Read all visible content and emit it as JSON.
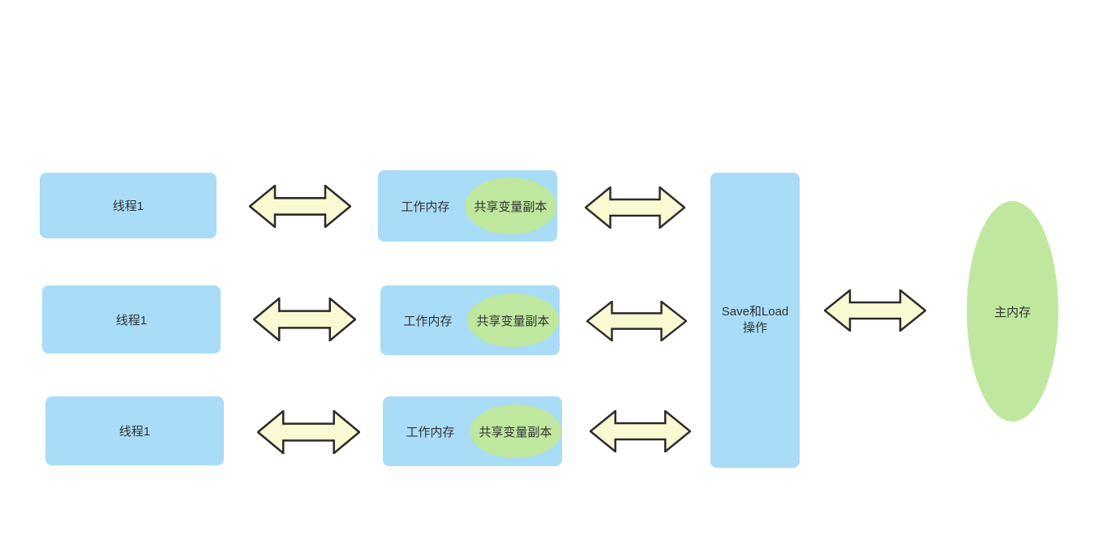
{
  "diagram": {
    "title_semantic": "Java memory model thread working-memory diagram",
    "colors": {
      "bg": "#ffffff",
      "box_blue": "#a8dcf7",
      "ellipse_green": "#bfe89e",
      "arrow_fill": "#fafad2",
      "arrow_stroke": "#2b2b2b",
      "text": "#333333"
    },
    "threads": [
      {
        "label": "线程1"
      },
      {
        "label": "线程1"
      },
      {
        "label": "线程1"
      }
    ],
    "working_memories": [
      {
        "label": "工作内存",
        "copy_label": "共享变量副本"
      },
      {
        "label": "工作内存",
        "copy_label": "共享变量副本"
      },
      {
        "label": "工作内存",
        "copy_label": "共享变量副本"
      }
    ],
    "save_load": {
      "line1": "Save和Load",
      "line2": "操作"
    },
    "main_memory": {
      "label": "主内存"
    }
  }
}
